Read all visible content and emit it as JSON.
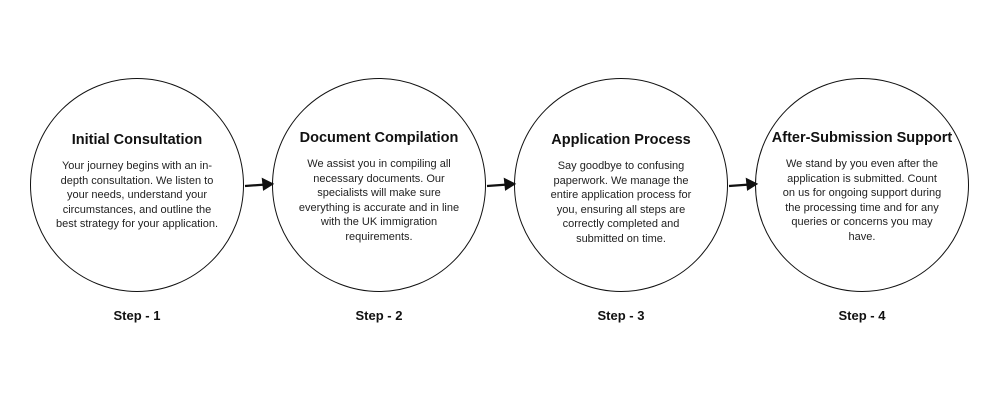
{
  "steps": [
    {
      "title": "Initial Consultation",
      "description": "Your journey begins with an in-depth consultation. We listen to your needs, understand your circumstances, and outline the best strategy for your application.",
      "label": "Step - 1"
    },
    {
      "title": "Document Compilation",
      "description": "We assist you in compiling all necessary documents. Our specialists will make sure everything is accurate and in line with the UK immigration requirements.",
      "label": "Step - 2"
    },
    {
      "title": "Application Process",
      "description": "Say goodbye to confusing paperwork. We manage the entire application process for you, ensuring all steps are correctly completed and submitted on time.",
      "label": "Step - 3"
    },
    {
      "title": "After-Submission Support",
      "description": "We stand by you even after the application is submitted. Count on us for ongoing support during the processing time and for any queries or concerns you may have.",
      "label": "Step - 4"
    }
  ]
}
